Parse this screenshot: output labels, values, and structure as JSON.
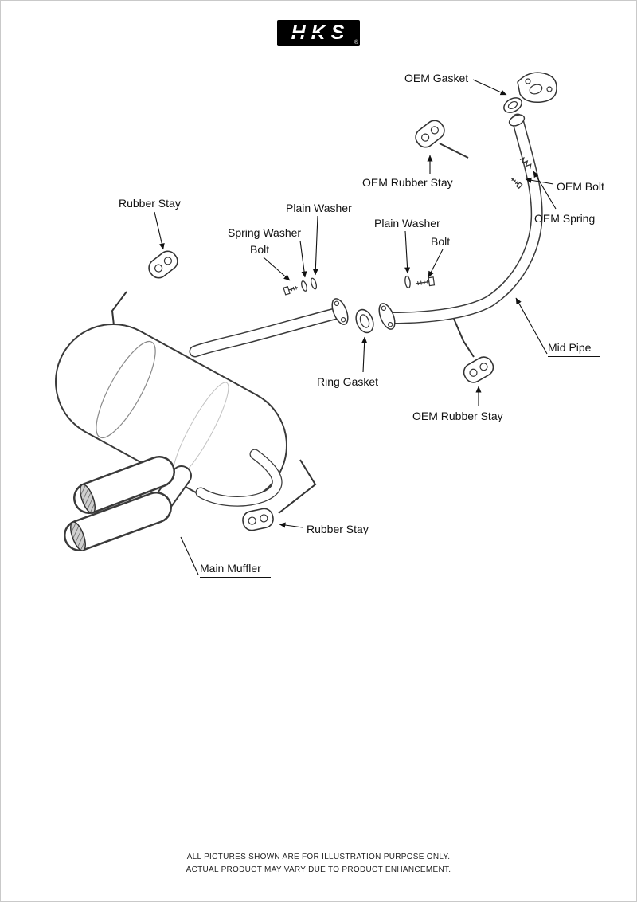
{
  "logo": {
    "text": "HKS",
    "registered_mark": "®"
  },
  "labels": {
    "oem_gasket": "OEM Gasket",
    "oem_rubber_stay_top": "OEM Rubber Stay",
    "oem_bolt": "OEM Bolt",
    "oem_spring": "OEM Spring",
    "rubber_stay_left": "Rubber Stay",
    "plain_washer_left": "Plain Washer",
    "spring_washer": "Spring Washer",
    "bolt_left": "Bolt",
    "plain_washer_right": "Plain Washer",
    "bolt_right": "Bolt",
    "mid_pipe": "Mid Pipe",
    "ring_gasket": "Ring Gasket",
    "oem_rubber_stay_bottom": "OEM Rubber Stay",
    "rubber_stay_bottom": "Rubber Stay",
    "main_muffler": "Main Muffler"
  },
  "footer": {
    "line1": "ALL PICTURES SHOWN ARE FOR ILLUSTRATION PURPOSE ONLY.",
    "line2": "ACTUAL PRODUCT MAY VARY DUE TO PRODUCT ENHANCEMENT."
  },
  "colors": {
    "line": "#333333",
    "logo_bg": "#000000",
    "logo_text": "#ffffff"
  }
}
